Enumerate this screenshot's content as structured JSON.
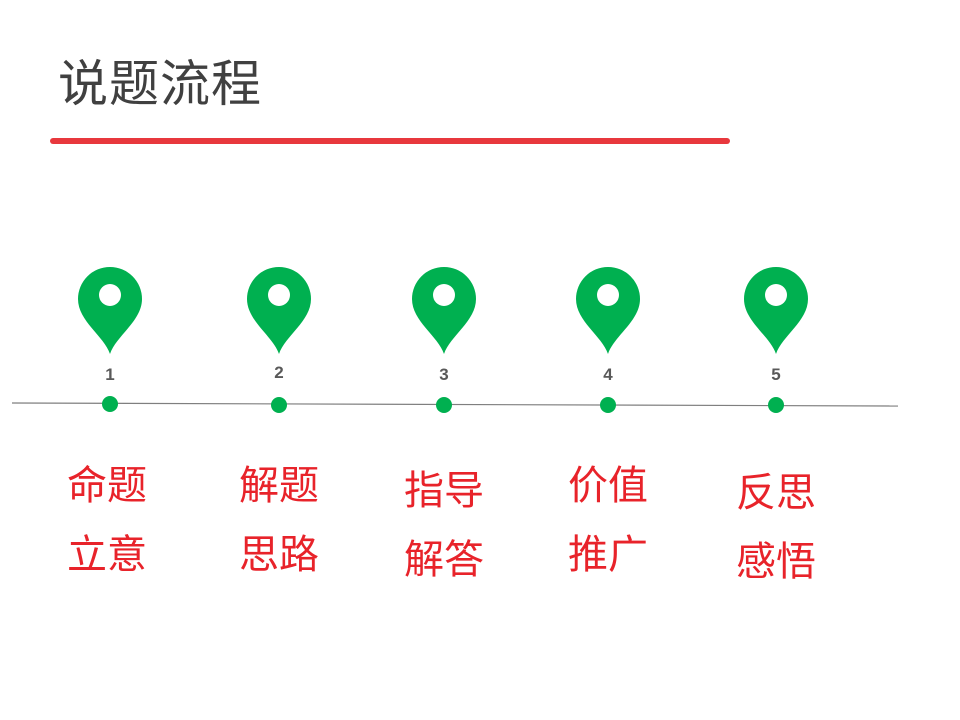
{
  "title": "说题流程",
  "colors": {
    "accent_red": "#e8383d",
    "pin_green": "#00b050",
    "label_red": "#e8232a",
    "title_gray": "#404040",
    "line_gray": "#7f7f7f"
  },
  "steps": [
    {
      "number": "1",
      "line1": "命题",
      "line2": "立意",
      "icon": "map-pin-icon"
    },
    {
      "number": "2",
      "line1": "解题",
      "line2": "思路",
      "icon": "map-pin-icon"
    },
    {
      "number": "3",
      "line1": "指导",
      "line2": "解答",
      "icon": "map-pin-icon"
    },
    {
      "number": "4",
      "line1": "价值",
      "line2": "推广",
      "icon": "map-pin-icon"
    },
    {
      "number": "5",
      "line1": "反思",
      "line2": "感悟",
      "icon": "map-pin-icon"
    }
  ]
}
